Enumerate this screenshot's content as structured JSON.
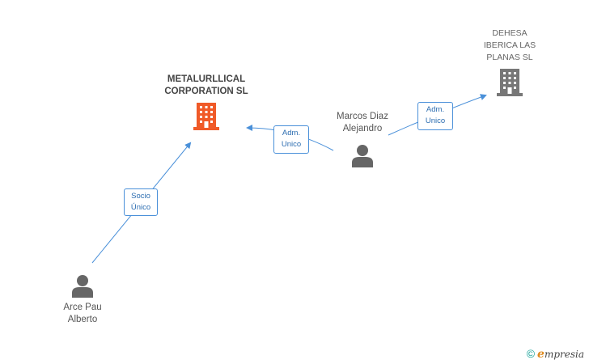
{
  "nodes": {
    "metalurllical": {
      "name_line1": "METALURLLICAL",
      "name_line2": "CORPORATION SL",
      "type": "company",
      "color": "#f05a28"
    },
    "dehesa": {
      "name_line1": "DEHESA",
      "name_line2": "IBERICA LAS",
      "name_line3": "PLANAS  SL",
      "type": "company",
      "color": "#777777"
    },
    "marcos": {
      "name_line1": "Marcos Diaz",
      "name_line2": "Alejandro",
      "type": "person"
    },
    "arce": {
      "name_line1": "Arce Pau",
      "name_line2": "Alberto",
      "type": "person"
    }
  },
  "edges": {
    "arce_to_metal": {
      "line1": "Socio",
      "line2": "Único"
    },
    "marcos_to_metal": {
      "line1": "Adm.",
      "line2": "Unico"
    },
    "marcos_to_dehesa": {
      "line1": "Adm.",
      "line2": "Unico"
    }
  },
  "colors": {
    "edge": "#4a90d9",
    "person": "#666666"
  },
  "footer": {
    "copyright": "©",
    "brand_initial": "e",
    "brand_rest": "mpresia"
  }
}
